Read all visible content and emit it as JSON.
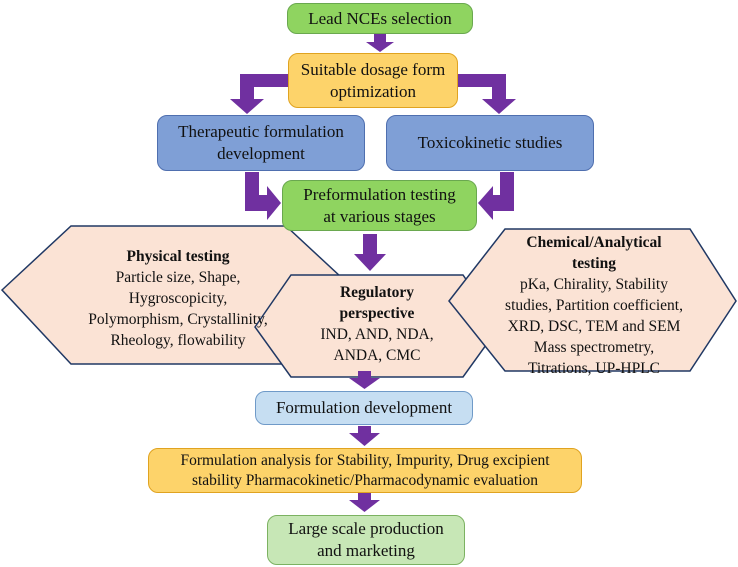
{
  "colors": {
    "arrow": "#7030a0",
    "hex_fill": "#fbe3d5",
    "hex_stroke": "#203864"
  },
  "nodes": {
    "lead": "Lead NCEs selection",
    "dosage": [
      "Suitable dosage form",
      "optimization"
    ],
    "therapeutic": [
      "Therapeutic formulation",
      "development"
    ],
    "toxico": "Toxicokinetic studies",
    "preform": [
      "Preformulation testing",
      "at various stages"
    ],
    "physical": {
      "title": "Physical testing",
      "lines": [
        "Particle size, Shape,",
        "Hygroscopicity,",
        "Polymorphism, Crystallinity,",
        "Rheology, flowability"
      ]
    },
    "regulatory": {
      "title": [
        "Regulatory",
        "perspective"
      ],
      "lines": [
        "IND, AND, NDA,",
        "ANDA, CMC"
      ]
    },
    "chemical": {
      "title": [
        "Chemical/Analytical",
        "testing"
      ],
      "lines": [
        "pKa, Chirality, Stability",
        "studies, Partition coefficient,",
        "XRD, DSC, TEM and SEM",
        "Mass spectrometry,",
        "Titrations, UP-HPLC"
      ]
    },
    "formdev": "Formulation development",
    "analysis": [
      "Formulation analysis for Stability, Impurity, Drug excipient",
      "stability Pharmacokinetic/Pharmacodynamic evaluation"
    ],
    "large": [
      "Large scale production",
      "and marketing"
    ]
  }
}
